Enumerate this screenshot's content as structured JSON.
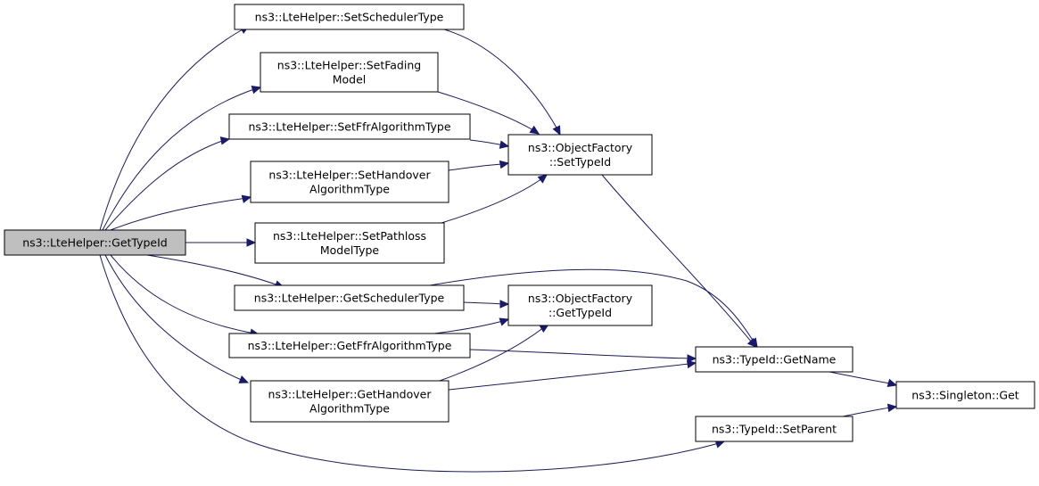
{
  "graph": {
    "nodes": [
      {
        "id": "root",
        "lines": [
          "ns3::LteHelper::GetTypeId"
        ]
      },
      {
        "id": "setScheduler",
        "lines": [
          "ns3::LteHelper::SetSchedulerType"
        ]
      },
      {
        "id": "setFading",
        "lines": [
          "ns3::LteHelper::SetFading",
          "Model"
        ]
      },
      {
        "id": "setFfr",
        "lines": [
          "ns3::LteHelper::SetFfrAlgorithmType"
        ]
      },
      {
        "id": "setHandover",
        "lines": [
          "ns3::LteHelper::SetHandover",
          "AlgorithmType"
        ]
      },
      {
        "id": "setPathloss",
        "lines": [
          "ns3::LteHelper::SetPathloss",
          "ModelType"
        ]
      },
      {
        "id": "getScheduler",
        "lines": [
          "ns3::LteHelper::GetSchedulerType"
        ]
      },
      {
        "id": "getFfr",
        "lines": [
          "ns3::LteHelper::GetFfrAlgorithmType"
        ]
      },
      {
        "id": "getHandover",
        "lines": [
          "ns3::LteHelper::GetHandover",
          "AlgorithmType"
        ]
      },
      {
        "id": "ofSetTypeId",
        "lines": [
          "ns3::ObjectFactory",
          "::SetTypeId"
        ]
      },
      {
        "id": "ofGetTypeId",
        "lines": [
          "ns3::ObjectFactory",
          "::GetTypeId"
        ]
      },
      {
        "id": "typeIdGetName",
        "lines": [
          "ns3::TypeId::GetName"
        ]
      },
      {
        "id": "typeIdSetParent",
        "lines": [
          "ns3::TypeId::SetParent"
        ]
      },
      {
        "id": "singletonGet",
        "lines": [
          "ns3::Singleton::Get"
        ]
      }
    ],
    "edges": [
      {
        "from": "root",
        "to": "setScheduler"
      },
      {
        "from": "root",
        "to": "setFading"
      },
      {
        "from": "root",
        "to": "setFfr"
      },
      {
        "from": "root",
        "to": "setHandover"
      },
      {
        "from": "root",
        "to": "setPathloss"
      },
      {
        "from": "root",
        "to": "getScheduler"
      },
      {
        "from": "root",
        "to": "getFfr"
      },
      {
        "from": "root",
        "to": "getHandover"
      },
      {
        "from": "root",
        "to": "typeIdSetParent"
      },
      {
        "from": "setScheduler",
        "to": "ofSetTypeId"
      },
      {
        "from": "setFading",
        "to": "ofSetTypeId"
      },
      {
        "from": "setFfr",
        "to": "ofSetTypeId"
      },
      {
        "from": "setHandover",
        "to": "ofSetTypeId"
      },
      {
        "from": "setPathloss",
        "to": "ofSetTypeId"
      },
      {
        "from": "getScheduler",
        "to": "ofGetTypeId"
      },
      {
        "from": "getScheduler",
        "to": "typeIdGetName"
      },
      {
        "from": "getFfr",
        "to": "ofGetTypeId"
      },
      {
        "from": "getFfr",
        "to": "typeIdGetName"
      },
      {
        "from": "getHandover",
        "to": "ofGetTypeId"
      },
      {
        "from": "getHandover",
        "to": "typeIdGetName"
      },
      {
        "from": "ofSetTypeId",
        "to": "typeIdGetName"
      },
      {
        "from": "typeIdGetName",
        "to": "singletonGet"
      },
      {
        "from": "typeIdSetParent",
        "to": "singletonGet"
      }
    ]
  }
}
